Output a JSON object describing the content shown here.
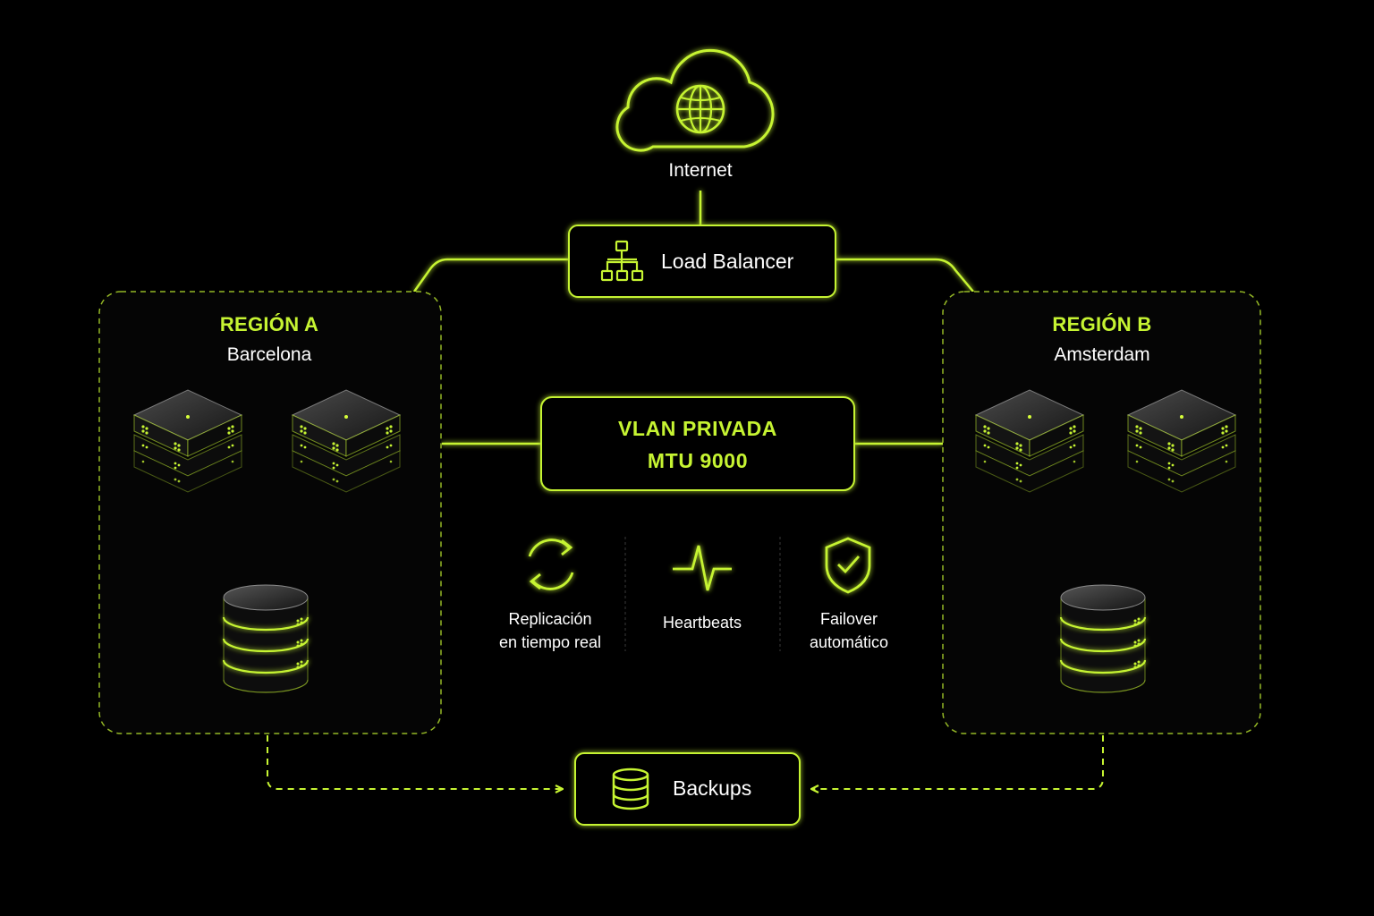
{
  "internet": {
    "label": "Internet",
    "icon": "cloud-globe-icon"
  },
  "load_balancer": {
    "label": "Load Balancer",
    "icon": "hierarchy-icon"
  },
  "region_a": {
    "title": "REGIÓN A",
    "city": "Barcelona",
    "servers": 2,
    "databases": 1
  },
  "region_b": {
    "title": "REGIÓN B",
    "city": "Amsterdam",
    "servers": 2,
    "databases": 1
  },
  "vlan": {
    "line1": "VLAN PRIVADA",
    "line2": "MTU 9000"
  },
  "features": [
    {
      "line1": "Replicación",
      "line2": "en tiempo real",
      "icon": "sync-icon"
    },
    {
      "line1": "Heartbeats",
      "line2": "",
      "icon": "heartbeat-icon"
    },
    {
      "line1": "Failover",
      "line2": "automático",
      "icon": "shield-check-icon"
    }
  ],
  "backups": {
    "label": "Backups",
    "icon": "database-icon"
  },
  "colors": {
    "accent": "#c6f432",
    "background": "#000000",
    "text": "#ffffff"
  }
}
